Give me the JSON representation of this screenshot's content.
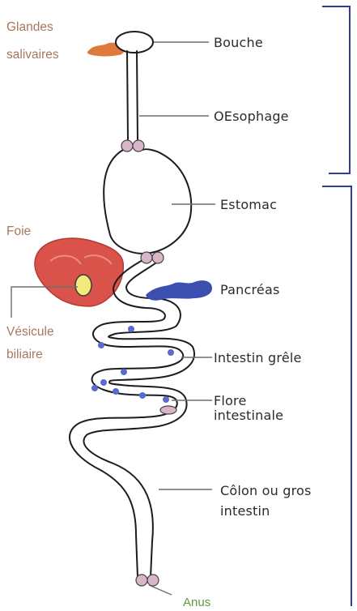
{
  "labels": {
    "bouche": "Bouche",
    "oesophage": "OEsophage",
    "estomac": "Estomac",
    "pancreas": "Pancréas",
    "intestin_grele": "Intestin grêle",
    "flore_line1": "Flore",
    "flore_line2": "intestinale",
    "colon_line1": "Côlon ou gros",
    "colon_line2": "intestin",
    "glandes_line1": "Glandes",
    "glandes_line2": "salivaires",
    "foie": "Foie",
    "vesicule_line1": "Vésicule",
    "vesicule_line2": "biliaire",
    "anus": "Anus"
  },
  "colors": {
    "outline": "#1c1c1c",
    "liver": "#d9534a",
    "gallbladder": "#f0ec7c",
    "pancreas": "#3c4fb0",
    "flora_dots": "#5a6ad0",
    "sphincter": "#d8b6c8",
    "salivary": "#e07a3c",
    "bracket": "#2f3f95",
    "side_text": "#a5785e",
    "anus_text": "#5e9e3c"
  }
}
